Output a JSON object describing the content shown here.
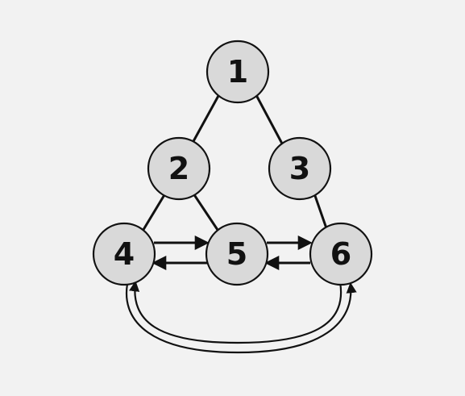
{
  "diagram": {
    "colors": {
      "background": "#f2f2f2",
      "node_fill": "#d9d9d9",
      "stroke": "#111111",
      "text": "#111111"
    },
    "nodes": [
      {
        "id": "1",
        "label": "1"
      },
      {
        "id": "2",
        "label": "2"
      },
      {
        "id": "3",
        "label": "3"
      },
      {
        "id": "4",
        "label": "4"
      },
      {
        "id": "5",
        "label": "5"
      },
      {
        "id": "6",
        "label": "6"
      }
    ],
    "edges": [
      {
        "from": "1",
        "to": "2",
        "directed": false
      },
      {
        "from": "1",
        "to": "3",
        "directed": false
      },
      {
        "from": "2",
        "to": "4",
        "directed": false
      },
      {
        "from": "2",
        "to": "5",
        "directed": false
      },
      {
        "from": "3",
        "to": "6",
        "directed": false
      },
      {
        "from": "4",
        "to": "5",
        "directed": true
      },
      {
        "from": "5",
        "to": "4",
        "directed": true
      },
      {
        "from": "5",
        "to": "6",
        "directed": true
      },
      {
        "from": "6",
        "to": "5",
        "directed": true
      },
      {
        "from": "4",
        "to": "6",
        "directed": true,
        "curved": true
      },
      {
        "from": "6",
        "to": "4",
        "directed": true,
        "curved": true
      }
    ]
  }
}
